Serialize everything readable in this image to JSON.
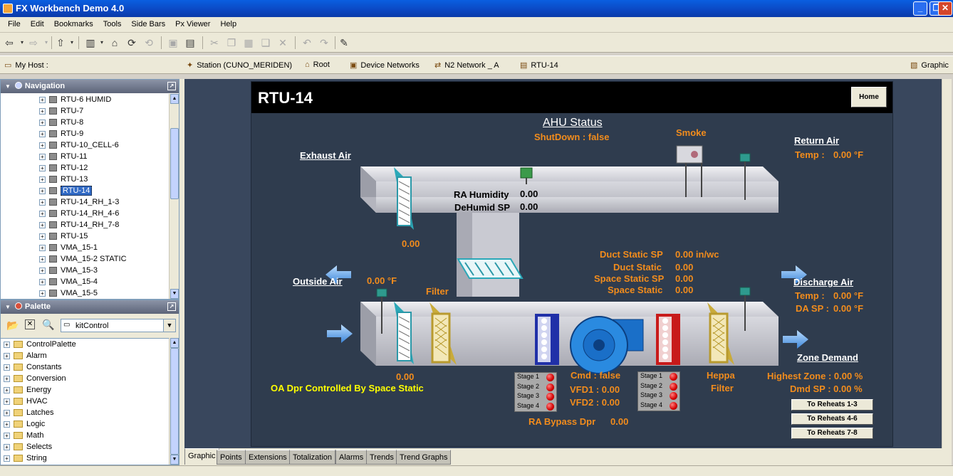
{
  "window": {
    "title": "FX Workbench Demo 4.0",
    "minimize": "_",
    "restore": "❐",
    "close": "✕"
  },
  "menu": [
    "File",
    "Edit",
    "Bookmarks",
    "Tools",
    "Side Bars",
    "Px Viewer",
    "Help"
  ],
  "locator": {
    "host": "My Host :",
    "crumbs": [
      "Station (CUNO_MERIDEN)",
      "Root",
      "Device Networks",
      "N2  Network _ A",
      "RTU-14"
    ],
    "view": "Graphic"
  },
  "navigation": {
    "title": "Navigation",
    "items": [
      "RTU-6 HUMID",
      "RTU-7",
      "RTU-8",
      "RTU-9",
      "RTU-10_CELL-6",
      "RTU-11",
      "RTU-12",
      "RTU-13",
      "RTU-14",
      "RTU-14_RH_1-3",
      "RTU-14_RH_4-6",
      "RTU-14_RH_7-8",
      "RTU-15",
      "VMA_15-1",
      "VMA_15-2 STATIC",
      "VMA_15-3",
      "VMA_15-4",
      "VMA_15-5"
    ],
    "selected_index": 8
  },
  "palette": {
    "title": "Palette",
    "combo": "kitControl",
    "items": [
      "ControlPalette",
      "Alarm",
      "Constants",
      "Conversion",
      "Energy",
      "HVAC",
      "Latches",
      "Logic",
      "Math",
      "Selects",
      "String"
    ]
  },
  "graphic": {
    "title": "RTU-14",
    "home": "Home",
    "ahu_status": "AHU Status",
    "shutdown": "ShutDown : false",
    "smoke": "Smoke",
    "return_air": "Return Air",
    "return_temp_label": "Temp :",
    "return_temp_value": "0.00 °F",
    "exhaust_air": "Exhaust Air",
    "ra_humidity_label": "RA Humidity",
    "ra_humidity_value": "0.00",
    "dehumid_sp_label": "DeHumid SP",
    "dehumid_sp_value": "0.00",
    "exhaust_damper_value": "0.00",
    "duct_static_sp_label": "Duct Static SP",
    "duct_static_sp_value": "0.00 in/wc",
    "duct_static_label": "Duct Static",
    "duct_static_value": "0.00",
    "space_static_sp_label": "Space Static SP",
    "space_static_sp_value": "0.00",
    "space_static_label": "Space Static",
    "space_static_value": "0.00",
    "outside_air": "Outside Air",
    "outside_temp": "0.00 °F",
    "filter": "Filter",
    "discharge_air": "Discharge Air",
    "discharge_temp_label": "Temp :",
    "discharge_temp_value": "0.00 °F",
    "da_sp_label": "DA SP :",
    "da_sp_value": "0.00 °F",
    "zone_demand": "Zone Demand",
    "highest_zone": "Highest Zone : 0.00 %",
    "dmd_sp": "Dmd SP :  0.00 %",
    "oa_damper_value": "0.00",
    "oa_controlled": "OA Dpr Controlled By Space Static",
    "stages": [
      "Stage 1",
      "Stage 2",
      "Stage 3",
      "Stage 4"
    ],
    "cmd": "Cmd :   false",
    "vfd1": "VFD1 : 0.00",
    "vfd2": "VFD2 : 0.00",
    "heppa": "Heppa",
    "heppa_filter": "Filter",
    "ra_bypass_label": "RA Bypass Dpr",
    "ra_bypass_value": "0.00",
    "reheat_buttons": [
      "To Reheats 1-3",
      "To Reheats 4-6",
      "To Reheats 7-8"
    ]
  },
  "tabs": [
    "Graphic",
    "Points",
    "Extensions",
    "Totalization",
    "Alarms",
    "Trends",
    "Trend Graphs"
  ],
  "colors": {
    "label_orange": "#f28c1c",
    "label_yellow": "#ffff00",
    "title_blue": "#0b47c2",
    "graphic_bg": "#2f3c4e"
  }
}
